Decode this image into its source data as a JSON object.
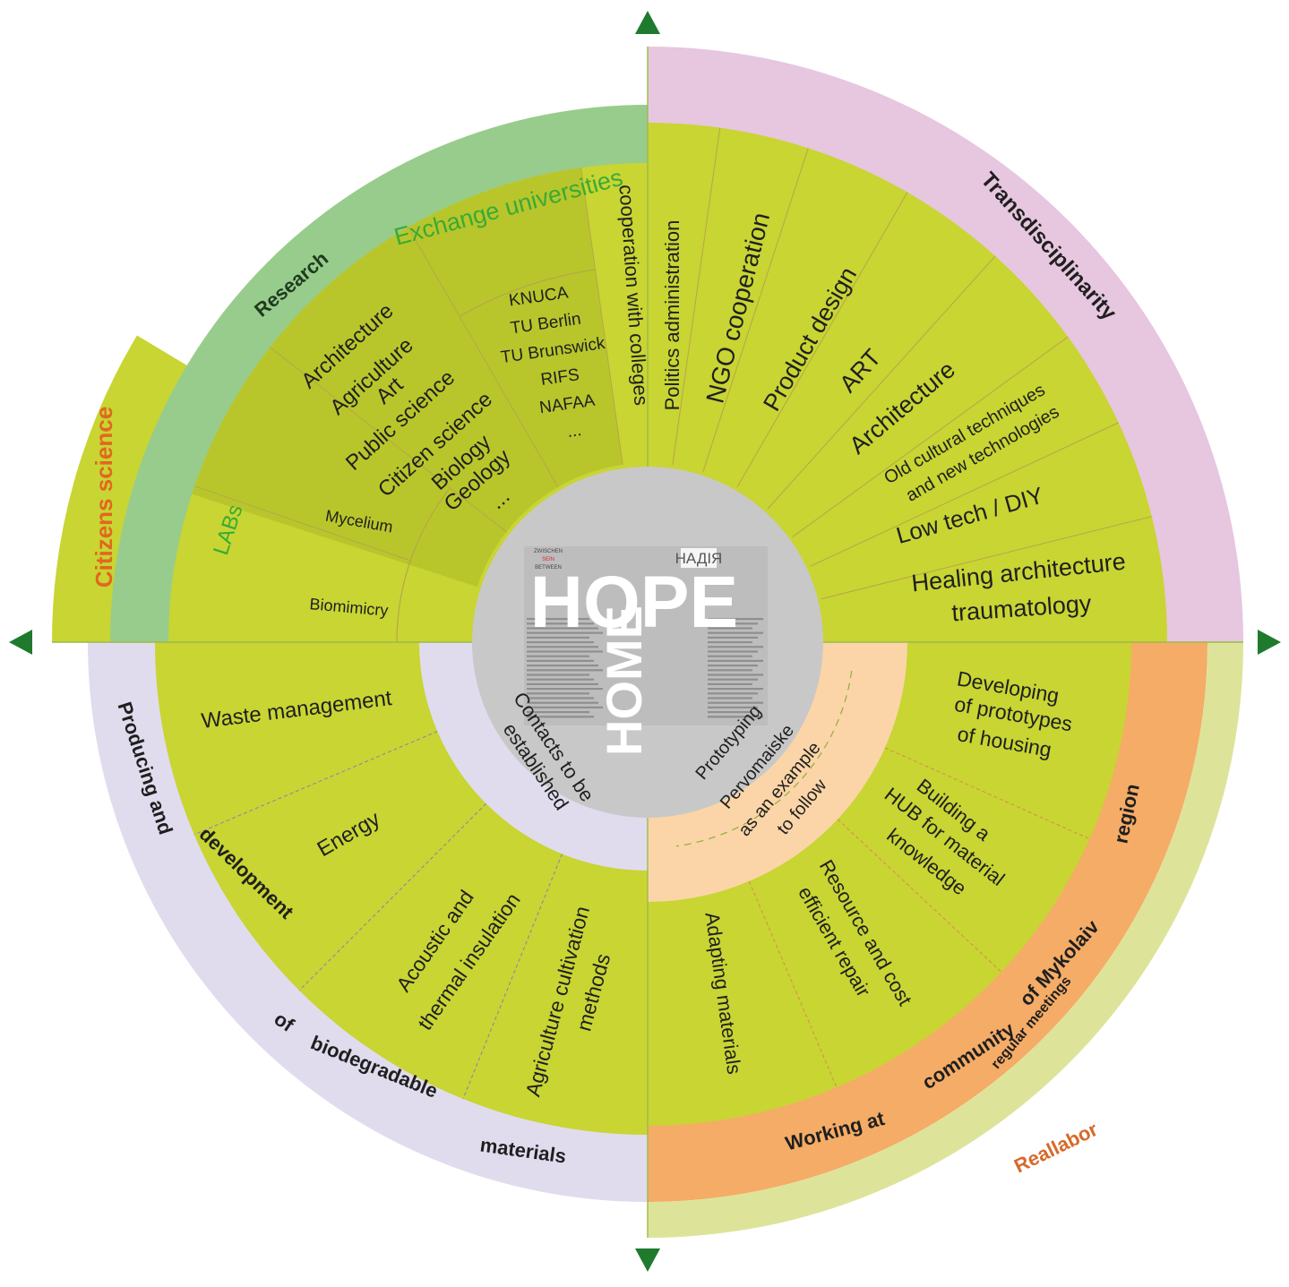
{
  "colors": {
    "olive": "#c8d533",
    "olive_dark": "#b8c62b",
    "outer_light_green": "#dde49a",
    "research_green": "#98cc8c",
    "pink": "#e7c6df",
    "lavender": "#e0dcee",
    "orange": "#f5ac66",
    "peach": "#fbd5a8",
    "center_grey": "#c8c8c8",
    "arrow_green": "#1f7a2e",
    "text_green": "#3aaa35",
    "text_orange": "#e2671e",
    "text_reallabor": "#d66a2a"
  },
  "center_logo": {
    "hope": "HOPE",
    "home": "HOME",
    "nadiya": "НАДІЯ",
    "zwischen": "ZWISCHEN",
    "sein": "SEIN",
    "between": "BETWEEN"
  },
  "quadrants": {
    "top_left": {
      "outer_ring_label": "Citizens science",
      "band_label": "Research",
      "exchange_label": "Exchange universities",
      "exchange_items": [
        "KNUCA",
        "TU Berlin",
        "TU Brunswick",
        "RIFS",
        "NAFAA",
        "..."
      ],
      "colleges_label": "cooperation with colleges",
      "disciplines": [
        "Architecture",
        "Agriculture",
        "Art",
        "Public science",
        "Citizen science",
        "Biology",
        "Geology",
        "..."
      ],
      "labs_label": "LABs",
      "labs_items": [
        "Mycelium",
        "Biomimicry"
      ]
    },
    "top_right": {
      "band_label": "Transdisciplinarity",
      "segments": [
        {
          "lines": [
            "Politics administration"
          ]
        },
        {
          "lines": [
            "NGO cooperation"
          ]
        },
        {
          "lines": [
            "Product design"
          ]
        },
        {
          "lines": [
            "ART"
          ]
        },
        {
          "lines": [
            "Architecture"
          ]
        },
        {
          "lines": [
            "Old cultural techniques",
            "and new technologies"
          ]
        },
        {
          "lines": [
            "Low tech / DIY"
          ]
        },
        {
          "lines": [
            "Healing architecture",
            "traumatology"
          ]
        }
      ]
    },
    "bottom_left": {
      "band_label": [
        "Producing and",
        "development",
        "of",
        "biodegradable",
        "materials"
      ],
      "inner_label": [
        "Contacts to be",
        "established"
      ],
      "segments": [
        {
          "lines": [
            "Waste management"
          ]
        },
        {
          "lines": [
            "Energy"
          ]
        },
        {
          "lines": [
            "Acoustic and",
            "thermal  insulation"
          ]
        },
        {
          "lines": [
            "Agriculture cultivation",
            "methods"
          ]
        }
      ]
    },
    "bottom_right": {
      "band_label": [
        "Working at",
        "community",
        "of Mykolaiv",
        "region"
      ],
      "band_sub": "regular meetings",
      "outer_ring_label": "Reallabor",
      "inner_label": [
        "Prototyping",
        "Pervomaiske",
        "as an example",
        "to follow"
      ],
      "segments": [
        {
          "lines": [
            "Developing",
            "of prototypes",
            "of housing"
          ]
        },
        {
          "lines": [
            "Building a",
            "HUB for material",
            "knowledge"
          ]
        },
        {
          "lines": [
            "Resource and cost",
            "efficient repair"
          ]
        },
        {
          "lines": [
            "Adapting materials"
          ]
        }
      ]
    }
  }
}
